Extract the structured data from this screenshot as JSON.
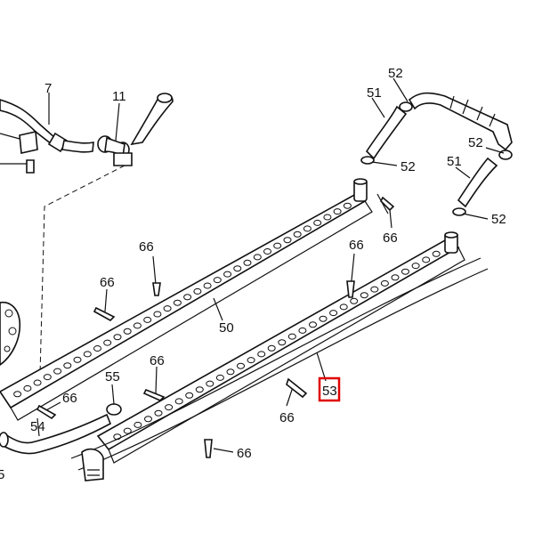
{
  "diagram": {
    "callouts": {
      "c7": "7",
      "c11": "11",
      "c52a": "52",
      "c51a": "51",
      "c52b": "52",
      "c52c": "52",
      "c51b": "51",
      "c52d": "52",
      "c66a": "66",
      "c66b": "66",
      "c66c": "66",
      "c66d": "66",
      "c50": "50",
      "c66e": "66",
      "c55": "55",
      "c66f": "66",
      "c54": "54",
      "c53": "53",
      "c66g": "66",
      "c66h": "66",
      "c5": "5"
    },
    "highlight_color": "#e00000",
    "line_color": "#111111"
  }
}
